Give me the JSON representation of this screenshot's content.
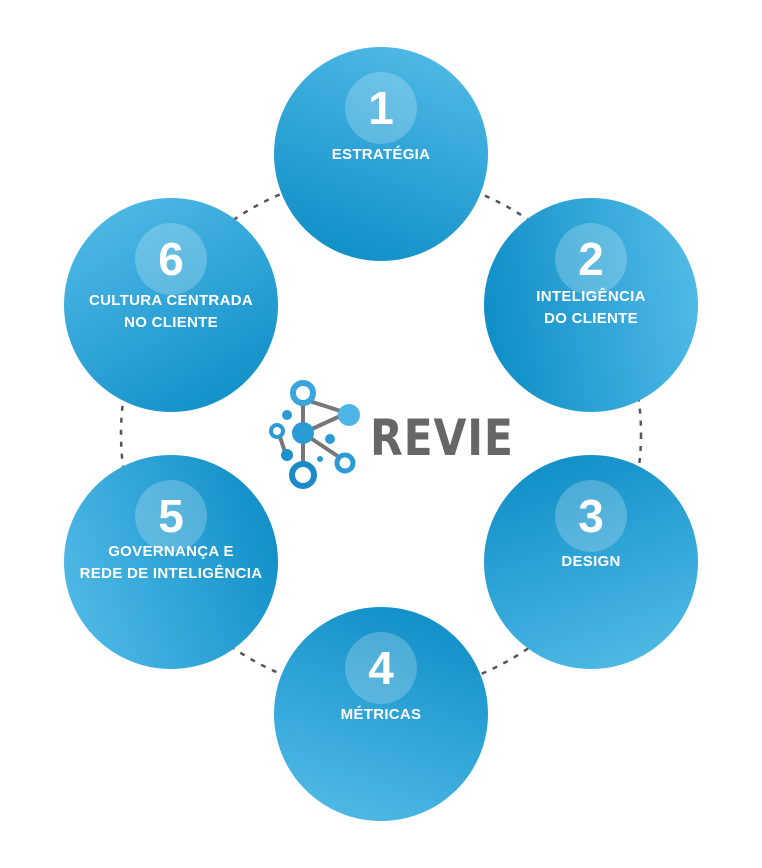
{
  "brand": "REVIE",
  "colors": {
    "light": "#55bde9",
    "dark": "#0a8bc4",
    "ring": "#555555"
  },
  "steps": [
    {
      "number": "1",
      "label": "ESTRATÉGIA"
    },
    {
      "number": "2",
      "label_line1": "INTELIGÊNCIA",
      "label_line2": "DO CLIENTE"
    },
    {
      "number": "3",
      "label": "DESIGN"
    },
    {
      "number": "4",
      "label": "MÉTRICAS"
    },
    {
      "number": "5",
      "label_line1": "GOVERNANÇA E",
      "label_line2": "REDE DE INTELIGÊNCIA"
    },
    {
      "number": "6",
      "label_line1": "CULTURA CENTRADA",
      "label_line2": "NO CLIENTE"
    }
  ]
}
